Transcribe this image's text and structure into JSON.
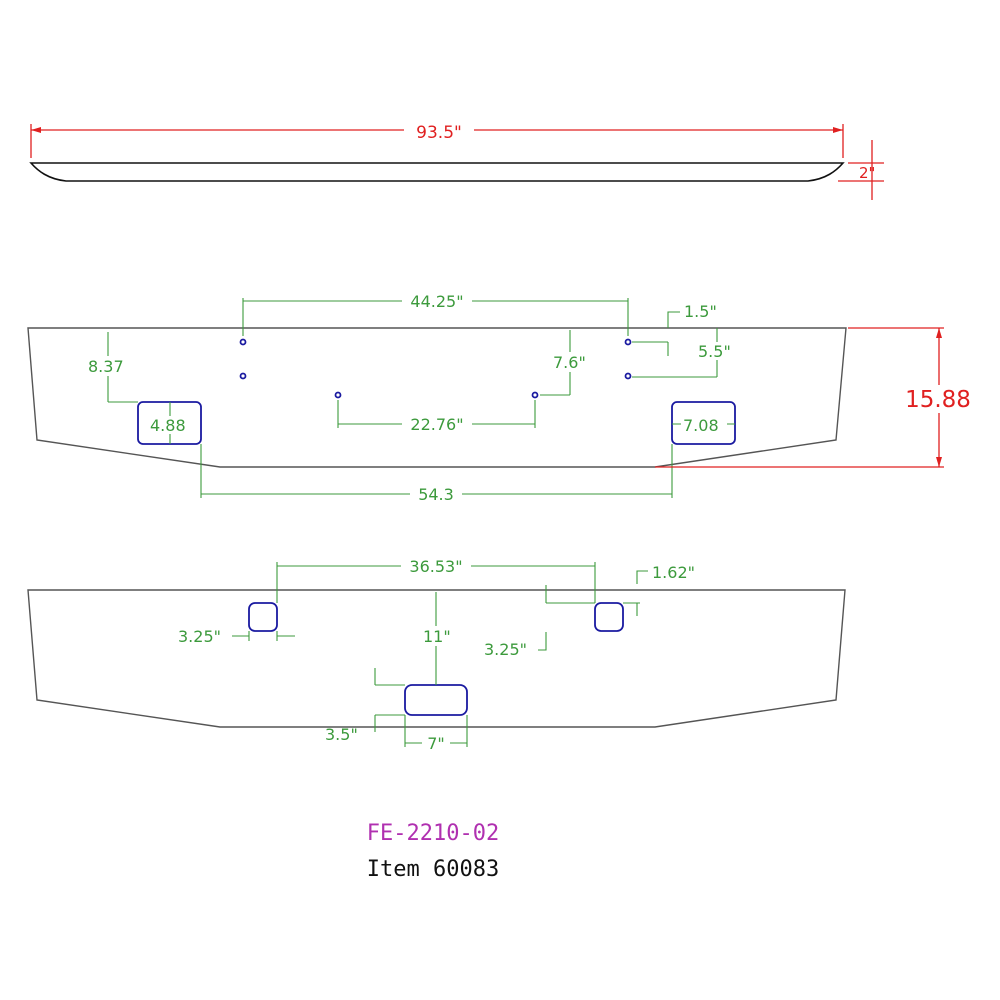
{
  "colors": {
    "outline": "#555555",
    "red_dimension": "#e02020",
    "green_dimension": "#3c9a3c",
    "holes": "#1a1aa0",
    "part_number": "#b030b0",
    "item": "#111111"
  },
  "top_view": {
    "overall_length": "93.5\"",
    "depth": "2\""
  },
  "front_view": {
    "height": "15.88",
    "upper_hole_spacing": "44.25\"",
    "edge_to_hole": "1.5\"",
    "hole_vertical_spacing": "5.5\"",
    "lower_hole_drop": "7.6\"",
    "inner_hole_spacing": "22.76\"",
    "left_light_height": "8.37",
    "left_light_width": "4.88",
    "right_light_width": "7.08",
    "light_spacing": "54.3"
  },
  "rear_view": {
    "small_cutout_spacing": "36.53\"",
    "right_cutout_drop": "1.62\"",
    "left_cutout_width": "3.25\"",
    "right_cutout_width": "3.25\"",
    "center_cutout_height_pos": "11\"",
    "center_cutout_height": "3.5\"",
    "center_cutout_width": "7\""
  },
  "title": {
    "part_number": "FE-2210-02",
    "item": "Item 60083"
  }
}
